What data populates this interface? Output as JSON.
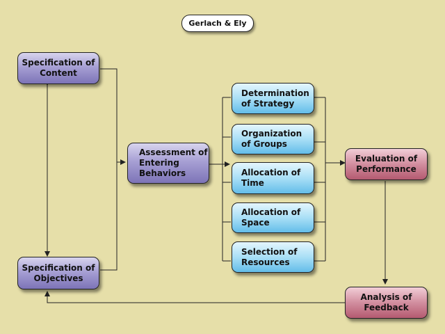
{
  "title": "Gerlach & Ely",
  "nodes": {
    "specification_of_content": "Specification of Content",
    "specification_of_objectives": "Specification of Objectives",
    "assessment_of_entering_behaviors": "Assessment of Entering Behaviors",
    "determination_of_strategy": "Determination of Strategy",
    "organization_of_groups": "Organization of Groups",
    "allocation_of_time": "Allocation of Time",
    "allocation_of_space": "Allocation of Space",
    "selection_of_resources": "Selection of Resources",
    "evaluation_of_performance": "Evaluation of Performance",
    "analysis_of_feedback": "Analysis of Feedback"
  },
  "colors": {
    "background": "#e6dfa9",
    "purple_node": "#8f88c6",
    "blue_node": "#8cd2f1",
    "red_node": "#c47085",
    "line": "#222222"
  }
}
